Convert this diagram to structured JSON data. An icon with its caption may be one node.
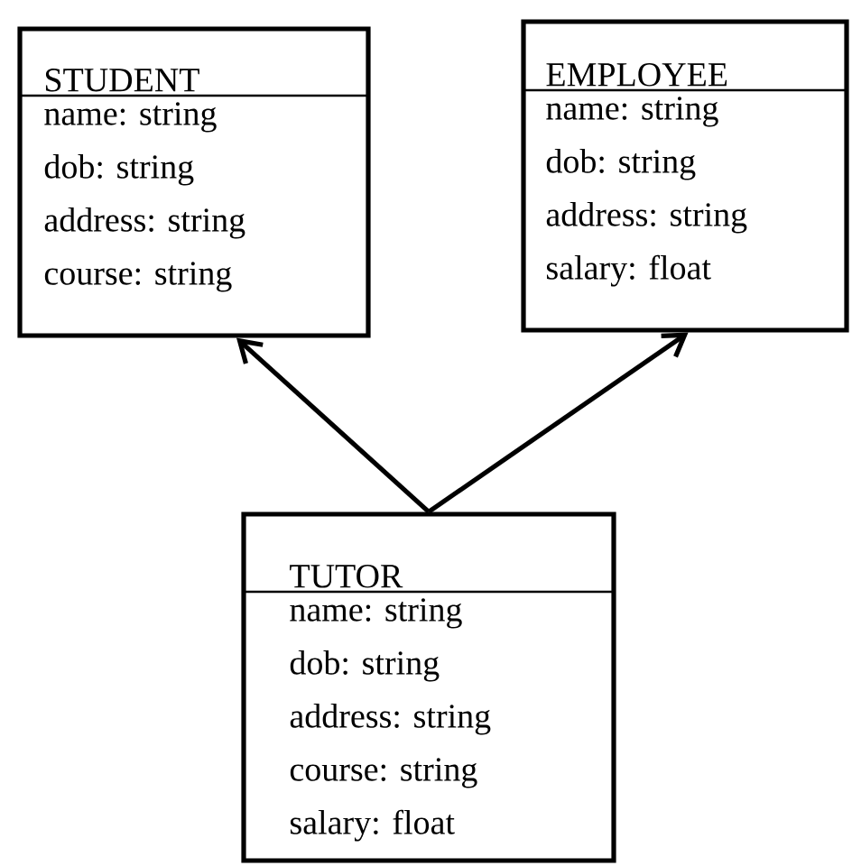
{
  "diagram": {
    "nodes": [
      {
        "text": [
          "STUDENT",
          "name: string",
          "dob: string",
          "address: string",
          "course: string"
        ]
      },
      {
        "text": [
          "EMPLOYEE",
          "name: string",
          "dob: string",
          "address: string",
          "salary: float"
        ]
      },
      {
        "text": [
          "TUTOR",
          "name: string",
          "dob: string",
          "address: string",
          "course: string",
          "salary: float"
        ]
      }
    ],
    "edges": [
      {
        "from": 2,
        "to": 0,
        "arrow": "to"
      },
      {
        "from": 2,
        "to": 1,
        "arrow": "to"
      }
    ]
  }
}
